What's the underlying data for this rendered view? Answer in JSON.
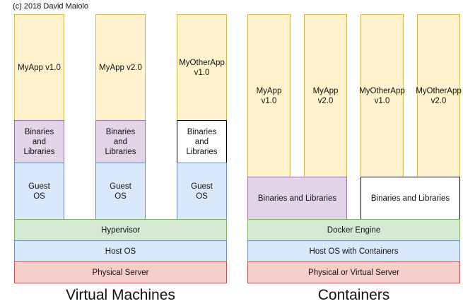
{
  "copyright": "(c) 2018 David Maiolo",
  "vm": {
    "caption": "Virtual Machines",
    "apps": [
      "MyApp v1.0",
      "MyApp v2.0",
      "MyOtherApp\nv1.0"
    ],
    "bins": [
      "Binaries\nand\nLibraries",
      "Binaries\nand\nLibraries",
      "Binaries\nand\nLibraries"
    ],
    "guests": [
      "Guest\nOS",
      "Guest\nOS",
      "Guest\nOS"
    ],
    "hypervisor": "Hypervisor",
    "host": "Host OS",
    "physical": "Physical Server"
  },
  "containers": {
    "caption": "Containers",
    "apps": [
      "MyApp\nv1.0",
      "MyApp\nv2.0",
      "MyOtherApp\nv1.0",
      "MyOtherApp\nv2.0"
    ],
    "bins": [
      "Binaries and Libraries",
      "Binaries and Libraries"
    ],
    "engine": "Docker Engine",
    "host": "Host OS with Containers",
    "physical": "Physical or Virtual Server"
  },
  "colors": {
    "app_fill": "#fff2cc",
    "app_stroke": "#d6b656",
    "bins_fill": "#e1d5e7",
    "bins_stroke": "#9673a6",
    "guest_fill": "#dae8fc",
    "guest_stroke": "#6c8ebf",
    "hypervisor_fill": "#d5e8d4",
    "hypervisor_stroke": "#82b366",
    "physical_fill": "#f8cecc",
    "physical_stroke": "#b85450"
  }
}
